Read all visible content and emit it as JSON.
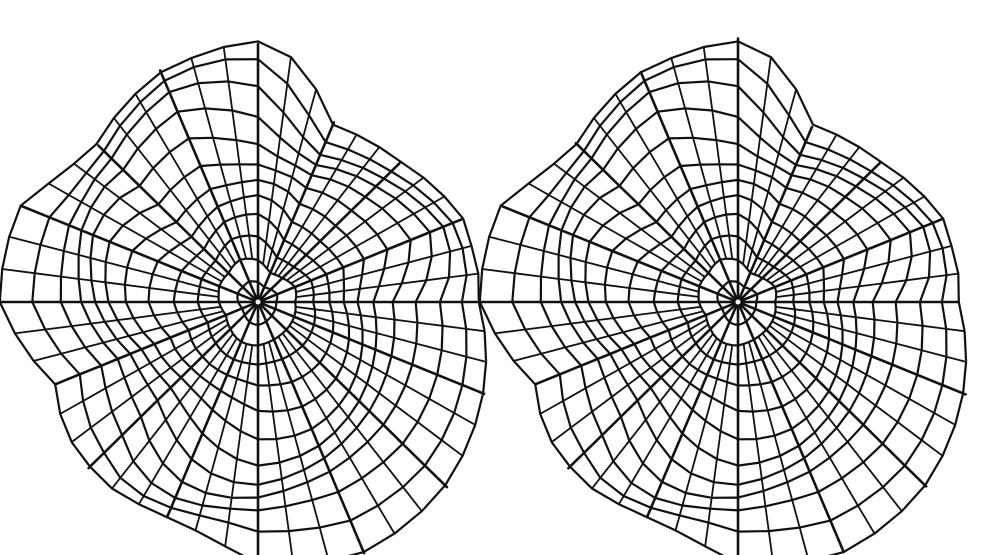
{
  "figure": {
    "panels": [
      {
        "id": "left",
        "kind": "distorted-spiderweb-mesh"
      },
      {
        "id": "right",
        "kind": "distorted-spiderweb-mesh"
      }
    ],
    "mesh": {
      "radial_spokes": 16,
      "concentric_rings": 12,
      "line_color": "#111111",
      "background": "#ffffff"
    }
  }
}
